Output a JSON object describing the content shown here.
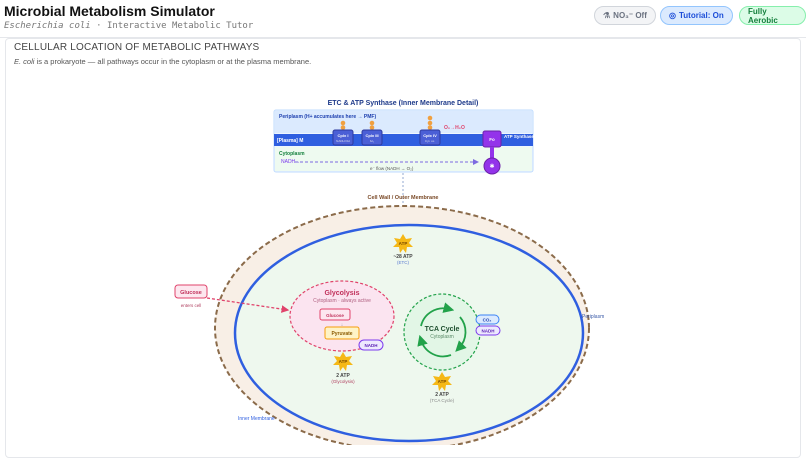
{
  "header": {
    "title": "Microbial Metabolism Simulator",
    "organism": "Escherichia coli",
    "subtitle_rest": " · Interactive Metabolic Tutor",
    "toggles": [
      {
        "label": "NO₃⁻ Off",
        "icon": "flask-icon"
      },
      {
        "label": "Tutorial: On",
        "icon": "info-pin-icon"
      },
      {
        "label": "Fully Aerobic"
      }
    ]
  },
  "section": {
    "title": "CELLULAR LOCATION OF METABOLIC PATHWAYS",
    "desc_italic": "E. coli",
    "desc_rest": " is a prokaryote — all pathways occur in the cytoplasm or at the plasma membrane."
  },
  "etc": {
    "title": "ETC & ATP Synthase (Inner Membrane Detail)",
    "periplasm": "Periplasm (H+ accumulates here → PMF)",
    "membrane": "[Plasma] M",
    "cytoplasm": "Cytoplasm",
    "nadh": "NADH→",
    "flow": "e⁻ flow (NADH → O₂)",
    "o2": "O₂→H₂O",
    "complexes": [
      {
        "name": "Cplx I",
        "sub": "NADH DH"
      },
      {
        "name": "Cplx III",
        "sub": "bc₁"
      },
      {
        "name": "Cplx IV",
        "sub": "Cyt. ox."
      }
    ],
    "fo": "Fo",
    "synthase": "ATP Synthase",
    "proton": "H⁺"
  },
  "cell": {
    "wall": "Cell Wall / Outer Membrane",
    "periplasm": "Periplasm",
    "inner": "Inner Membrane",
    "glucose_out": "Glucose",
    "enters": "enters cell",
    "glycolysis": {
      "title": "Glycolysis",
      "sub": "Cytoplasm · always active",
      "from": "Glucose",
      "to": "Pyruvate",
      "nadh": "NADH",
      "atp": "2 ATP",
      "atp_src": "(Glycolysis)"
    },
    "tca": {
      "title": "TCA Cycle",
      "sub": "Cytoplasm",
      "co2": "CO₂",
      "nadh": "NADH",
      "atp": "2 ATP",
      "atp_src": "(TCA Cycle)"
    },
    "etc_atp": {
      "atp": "~28 ATP",
      "src": "(ETC)"
    },
    "atp_badge": "ATP"
  },
  "colors": {
    "membrane": "#2f5fe0",
    "wall": "#8b6b4a",
    "glycolysis": "#e0436b",
    "tca": "#22a24a",
    "atp": "#f5b816",
    "nadh": "#7c3aed"
  }
}
